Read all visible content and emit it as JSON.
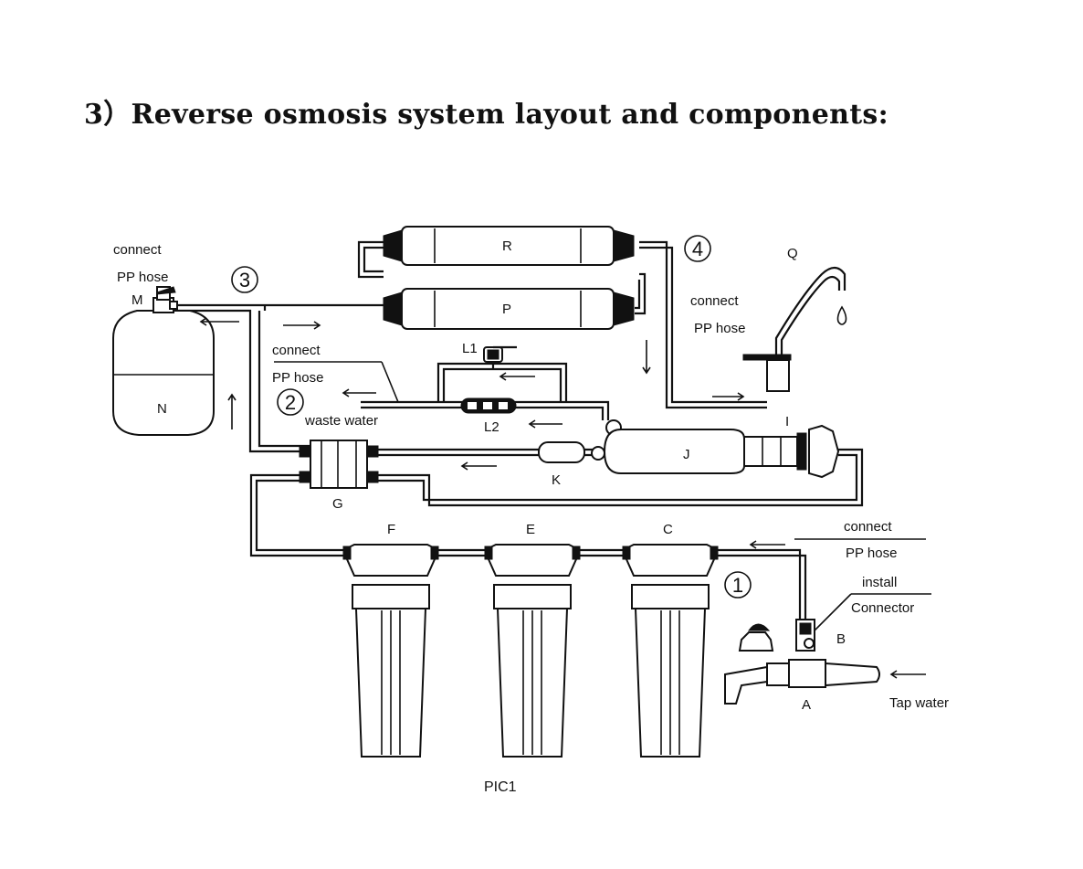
{
  "title": "3）Reverse osmosis system layout and components:",
  "caption": "PIC1",
  "steps": {
    "one": "1",
    "two": "2",
    "three": "3",
    "four": "4"
  },
  "components": {
    "A": "A",
    "B": "B",
    "C": "C",
    "E": "E",
    "F": "F",
    "G": "G",
    "I": "I",
    "J": "J",
    "K": "K",
    "L1": "L1",
    "L2": "L2",
    "M": "M",
    "N": "N",
    "P": "P",
    "Q": "Q",
    "R": "R"
  },
  "annotations": {
    "connect_pp_hose_m_line1": "connect",
    "connect_pp_hose_m_line2": "PP hose",
    "connect_pp_hose_q_line1": "connect",
    "connect_pp_hose_q_line2": "PP hose",
    "connect_pp_hose_drain_line1": "connect",
    "connect_pp_hose_drain_line2": "PP hose",
    "waste_water": "waste water",
    "connect_pp_hose_inlet_line1": "connect",
    "connect_pp_hose_inlet_line2": "PP hose",
    "install_connector_line1": "install",
    "install_connector_line2": "Connector",
    "tap_water": "Tap water"
  }
}
